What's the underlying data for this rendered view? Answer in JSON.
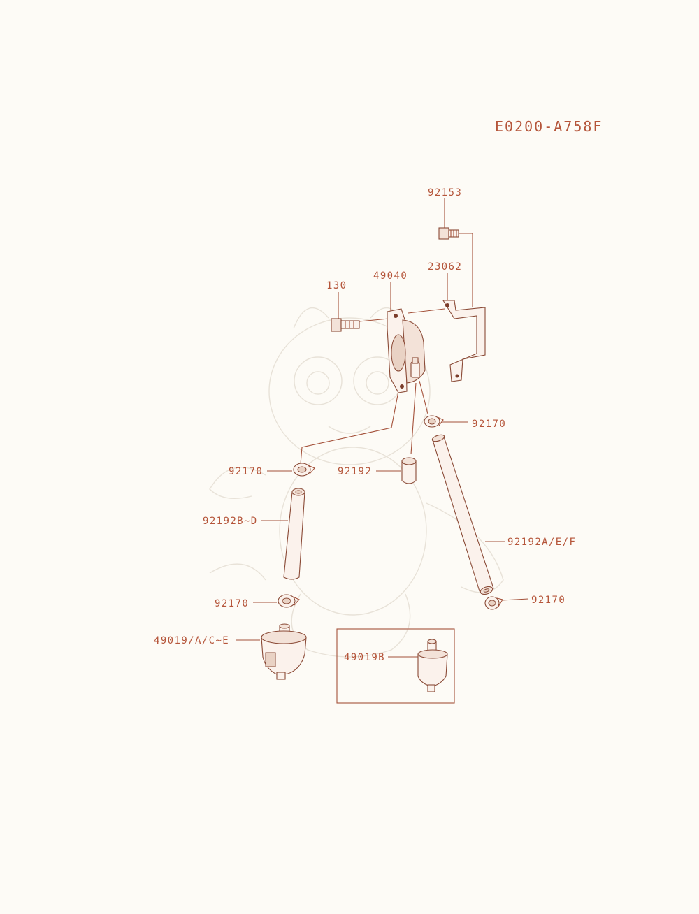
{
  "diagram": {
    "code": "E0200-A758F",
    "callouts": {
      "p92153": "92153",
      "p23062": "23062",
      "p130": "130",
      "p49040": "49040",
      "p92170_right_top": "92170",
      "p92170_left_top": "92170",
      "p92192": "92192",
      "p92192BD": "92192B~D",
      "p92192AEF": "92192A/E/F",
      "p92170_left_bottom": "92170",
      "p92170_right_bottom": "92170",
      "p49019ACE": "49019/A/C~E",
      "p49019B": "49019B"
    }
  },
  "colors": {
    "line": "#a4513a",
    "label": "#b5553a",
    "background": "#fdfbf6"
  }
}
